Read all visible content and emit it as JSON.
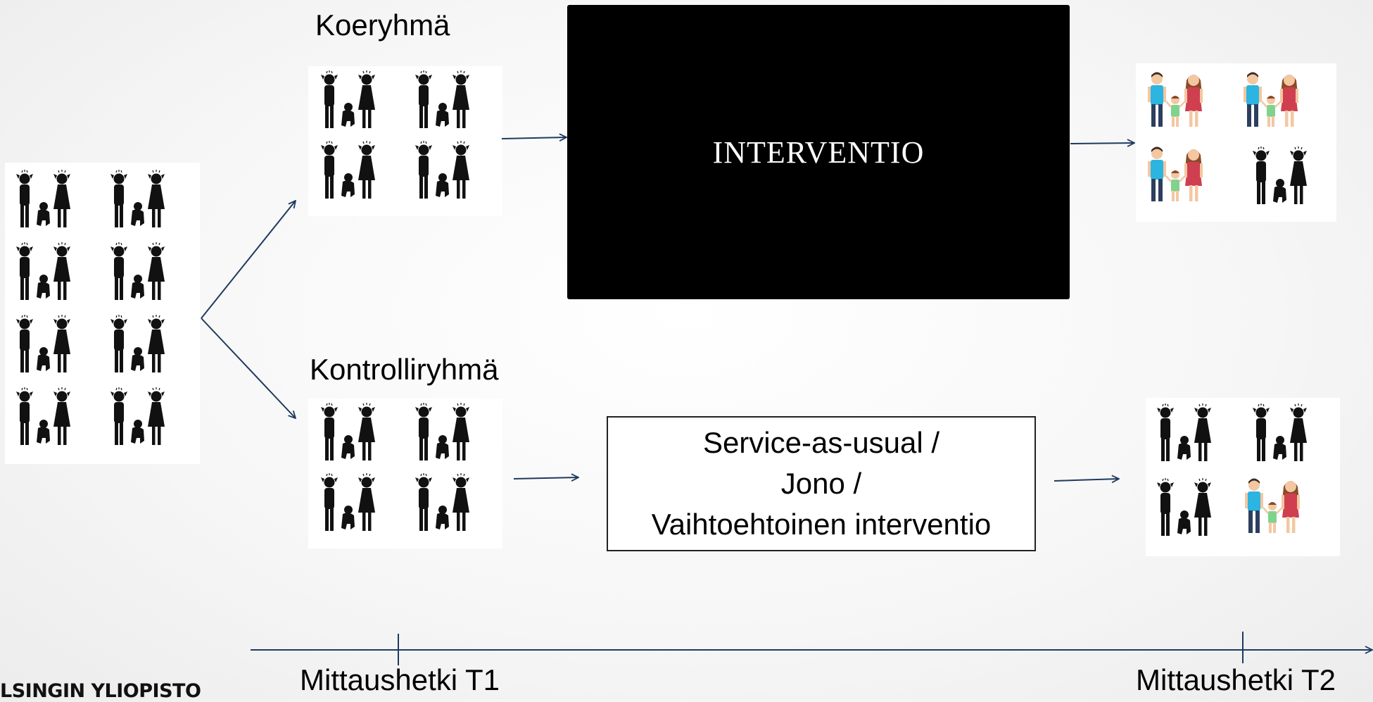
{
  "experimental_group": {
    "label": "Koeryhmä",
    "intervention_label": "INTERVENTIO"
  },
  "control_group": {
    "label": "Kontrolliryhmä",
    "alternative_lines": [
      "Service-as-usual /",
      "Jono /",
      "Vaihtoehtoinen interventio"
    ]
  },
  "timeline": {
    "t1_label": "Mittaushetki T1",
    "t2_label": "Mittaushetki T2"
  },
  "logo_text": "LSINGIN YLIOPISTO",
  "colors": {
    "arrow": "#1f3a5f",
    "distressed_figure": "#111111",
    "parent_male_shirt": "#2bb5e0",
    "parent_female_dress": "#cf3f4f",
    "child_shirt": "#7fd38c",
    "hair": "#8a4b2a",
    "skin": "#f4c7a1"
  },
  "icons": [
    "distressed-family-icon",
    "happy-family-icon"
  ],
  "outcomes": {
    "experimental_happy_families": 3,
    "experimental_distressed_families": 1,
    "control_happy_families": 1,
    "control_distressed_families": 3
  }
}
